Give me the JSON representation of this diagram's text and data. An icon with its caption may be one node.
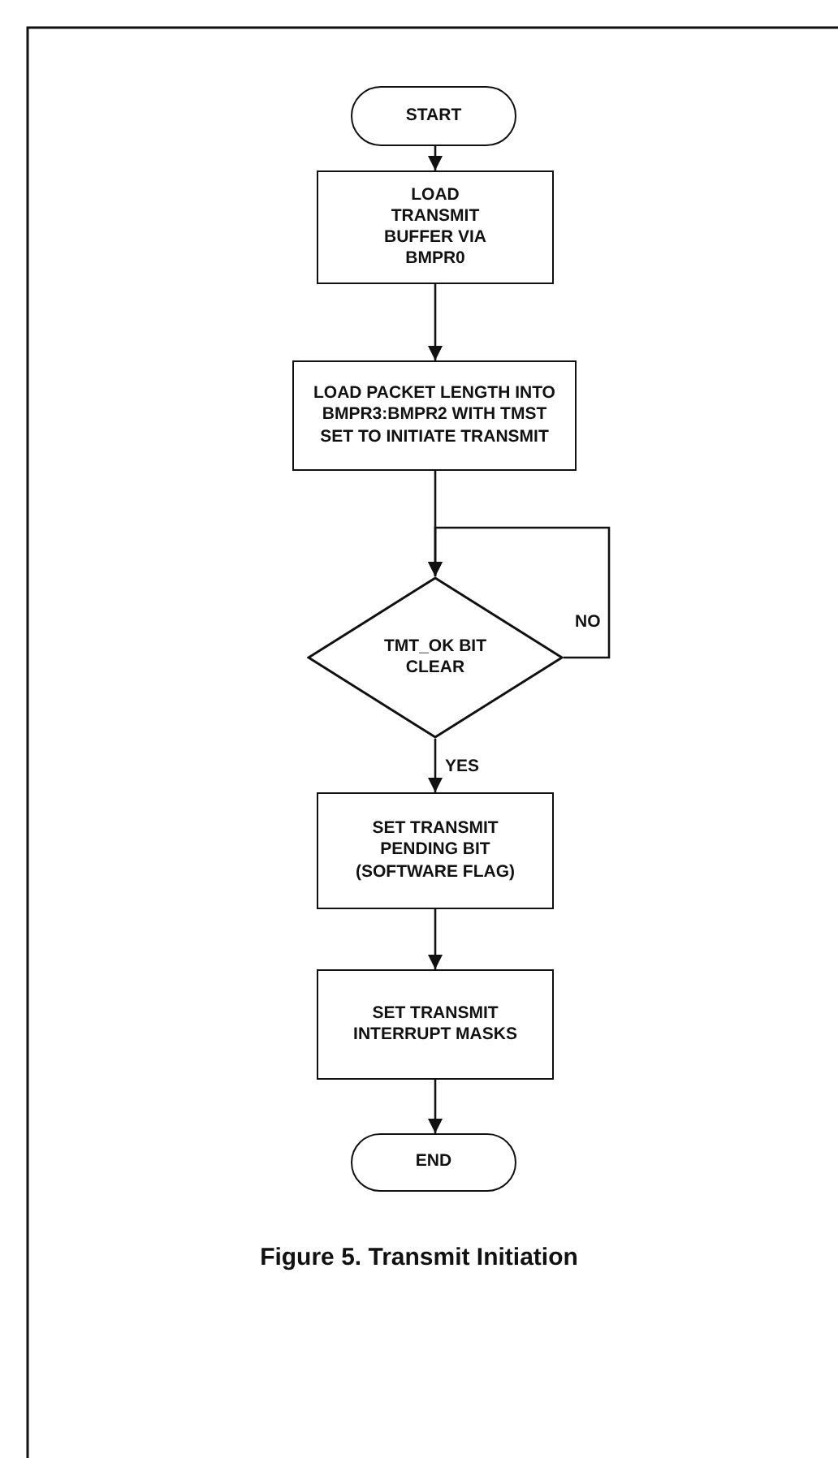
{
  "diagram": {
    "caption": "Figure 5. Transmit Initiation",
    "nodes": [
      {
        "text": [
          "START"
        ]
      },
      {
        "text": [
          "LOAD TRANSMIT BUFFER VIA BMPR0"
        ]
      },
      {
        "text": [
          "LOAD PACKET LENGTH INTO BMPR3:BMPR2 WITH TMST SET TO INITIATE TRANSMIT"
        ]
      },
      {
        "text": [
          "TMT_OK BIT CLEAR"
        ]
      },
      {
        "text": [
          "SET TRANSMIT PENDING BIT (SOFTWARE FLAG)"
        ]
      },
      {
        "text": [
          "SET TRANSMIT INTERRUPT MASKS"
        ]
      },
      {
        "text": [
          "END"
        ]
      }
    ],
    "edges": [
      {
        "from": 0,
        "to": 1,
        "arrow": "to"
      },
      {
        "from": 1,
        "to": 2,
        "arrow": "to"
      },
      {
        "from": 2,
        "to": 3,
        "arrow": "to"
      },
      {
        "from": 3,
        "to": 3,
        "arrow": "to",
        "label": "NO"
      },
      {
        "from": 3,
        "to": 4,
        "arrow": "to",
        "label": "YES"
      },
      {
        "from": 4,
        "to": 5,
        "arrow": "to"
      },
      {
        "from": 5,
        "to": 6,
        "arrow": "to"
      }
    ]
  }
}
